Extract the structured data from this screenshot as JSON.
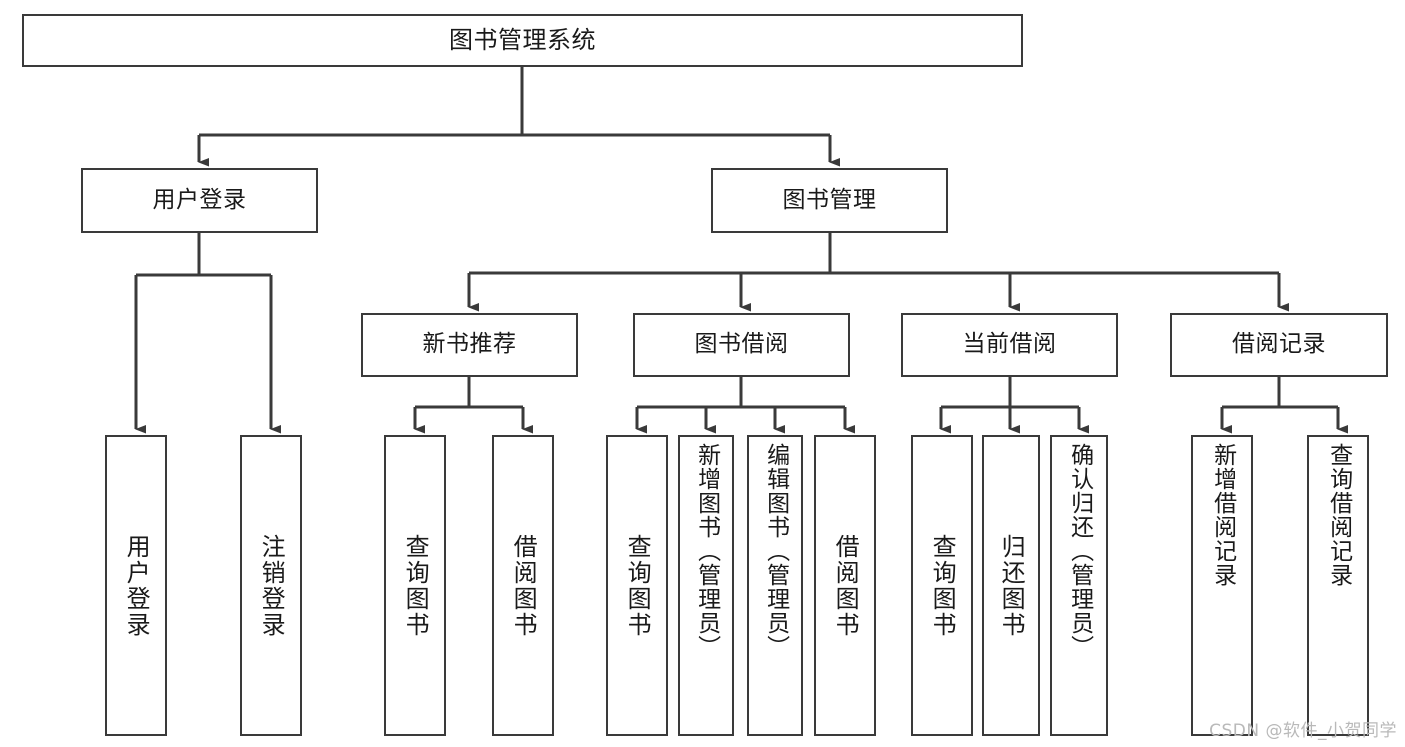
{
  "diagram": {
    "title": "图书管理系统",
    "type": "tree-hierarchy-chart",
    "orientation": "top-down",
    "box_fill": "#ffffff",
    "box_stroke": "#3a3a3a",
    "text_color": "#1a1a1a",
    "watermark": "CSDN @软件_小贺同学"
  },
  "nodes": {
    "root": {
      "label": "图书管理系统"
    },
    "level1": [
      {
        "id": "user-login",
        "label": "用户登录"
      },
      {
        "id": "book-manage",
        "label": "图书管理"
      }
    ],
    "level2": [
      {
        "id": "new-book-rec",
        "label": "新书推荐"
      },
      {
        "id": "book-borrow",
        "label": "图书借阅"
      },
      {
        "id": "current-borrow",
        "label": "当前借阅"
      },
      {
        "id": "borrow-record",
        "label": "借阅记录"
      }
    ],
    "leaves": {
      "user_login": [
        {
          "id": "leaf-user-login",
          "label": "用户登录"
        },
        {
          "id": "leaf-logout",
          "label": "注销登录"
        }
      ],
      "new_book_rec": [
        {
          "id": "leaf-query-book-1",
          "label": "查询图书"
        },
        {
          "id": "leaf-borrow-book-1",
          "label": "借阅图书"
        }
      ],
      "book_borrow": [
        {
          "id": "leaf-query-book-2",
          "label": "查询图书"
        },
        {
          "id": "leaf-add-book",
          "label": "新增图书（管理员）"
        },
        {
          "id": "leaf-edit-book",
          "label": "编辑图书（管理员）"
        },
        {
          "id": "leaf-borrow-book-2",
          "label": "借阅图书"
        }
      ],
      "current_borrow": [
        {
          "id": "leaf-query-book-3",
          "label": "查询图书"
        },
        {
          "id": "leaf-return-book",
          "label": "归还图书"
        },
        {
          "id": "leaf-confirm-return",
          "label": "确认归还（管理员）"
        }
      ],
      "borrow_record": [
        {
          "id": "leaf-add-record",
          "label": "新增借阅记录"
        },
        {
          "id": "leaf-query-record",
          "label": "查询借阅记录"
        }
      ]
    }
  }
}
